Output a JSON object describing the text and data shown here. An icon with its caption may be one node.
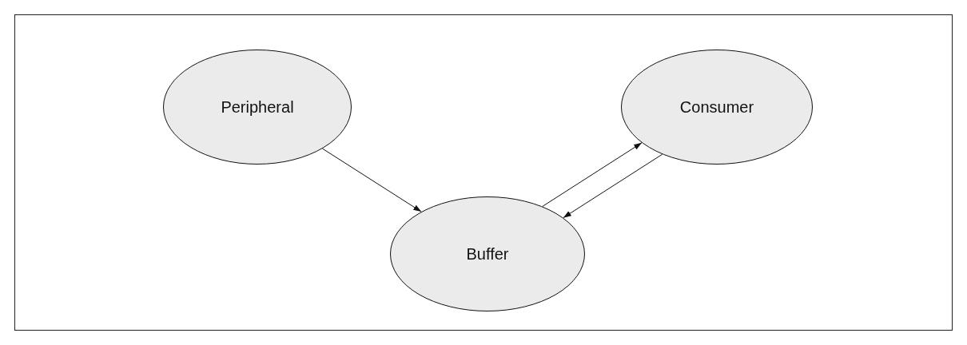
{
  "diagram": {
    "nodes": [
      {
        "text": [
          "Peripheral"
        ]
      },
      {
        "text": [
          "Consumer"
        ]
      },
      {
        "text": [
          "Buffer"
        ]
      }
    ],
    "edges": [
      {
        "from": 0,
        "to": 2,
        "arrow": "to"
      },
      {
        "from": 2,
        "to": 1,
        "arrow": "to"
      },
      {
        "from": 1,
        "to": 2,
        "arrow": "to"
      }
    ]
  }
}
